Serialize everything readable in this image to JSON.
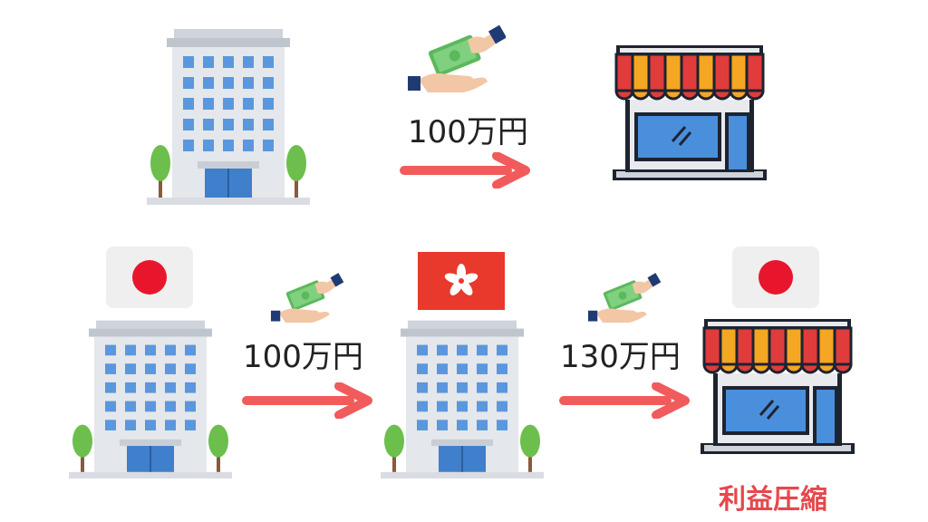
{
  "top_row": {
    "amount": "100万円",
    "from": "building-icon",
    "to": "shop-icon"
  },
  "bottom_row": {
    "amount_1": "100万円",
    "amount_2": "130万円",
    "result": "利益圧縮",
    "flags": [
      "japan-flag-icon",
      "hong-kong-flag-icon",
      "japan-flag-icon"
    ]
  },
  "colors": {
    "arrow": "#f15b5b",
    "result_text": "#e5484d",
    "building_window": "#5a97de",
    "hk_flag": "#e8392c",
    "japan_disc": "#e8162d"
  }
}
